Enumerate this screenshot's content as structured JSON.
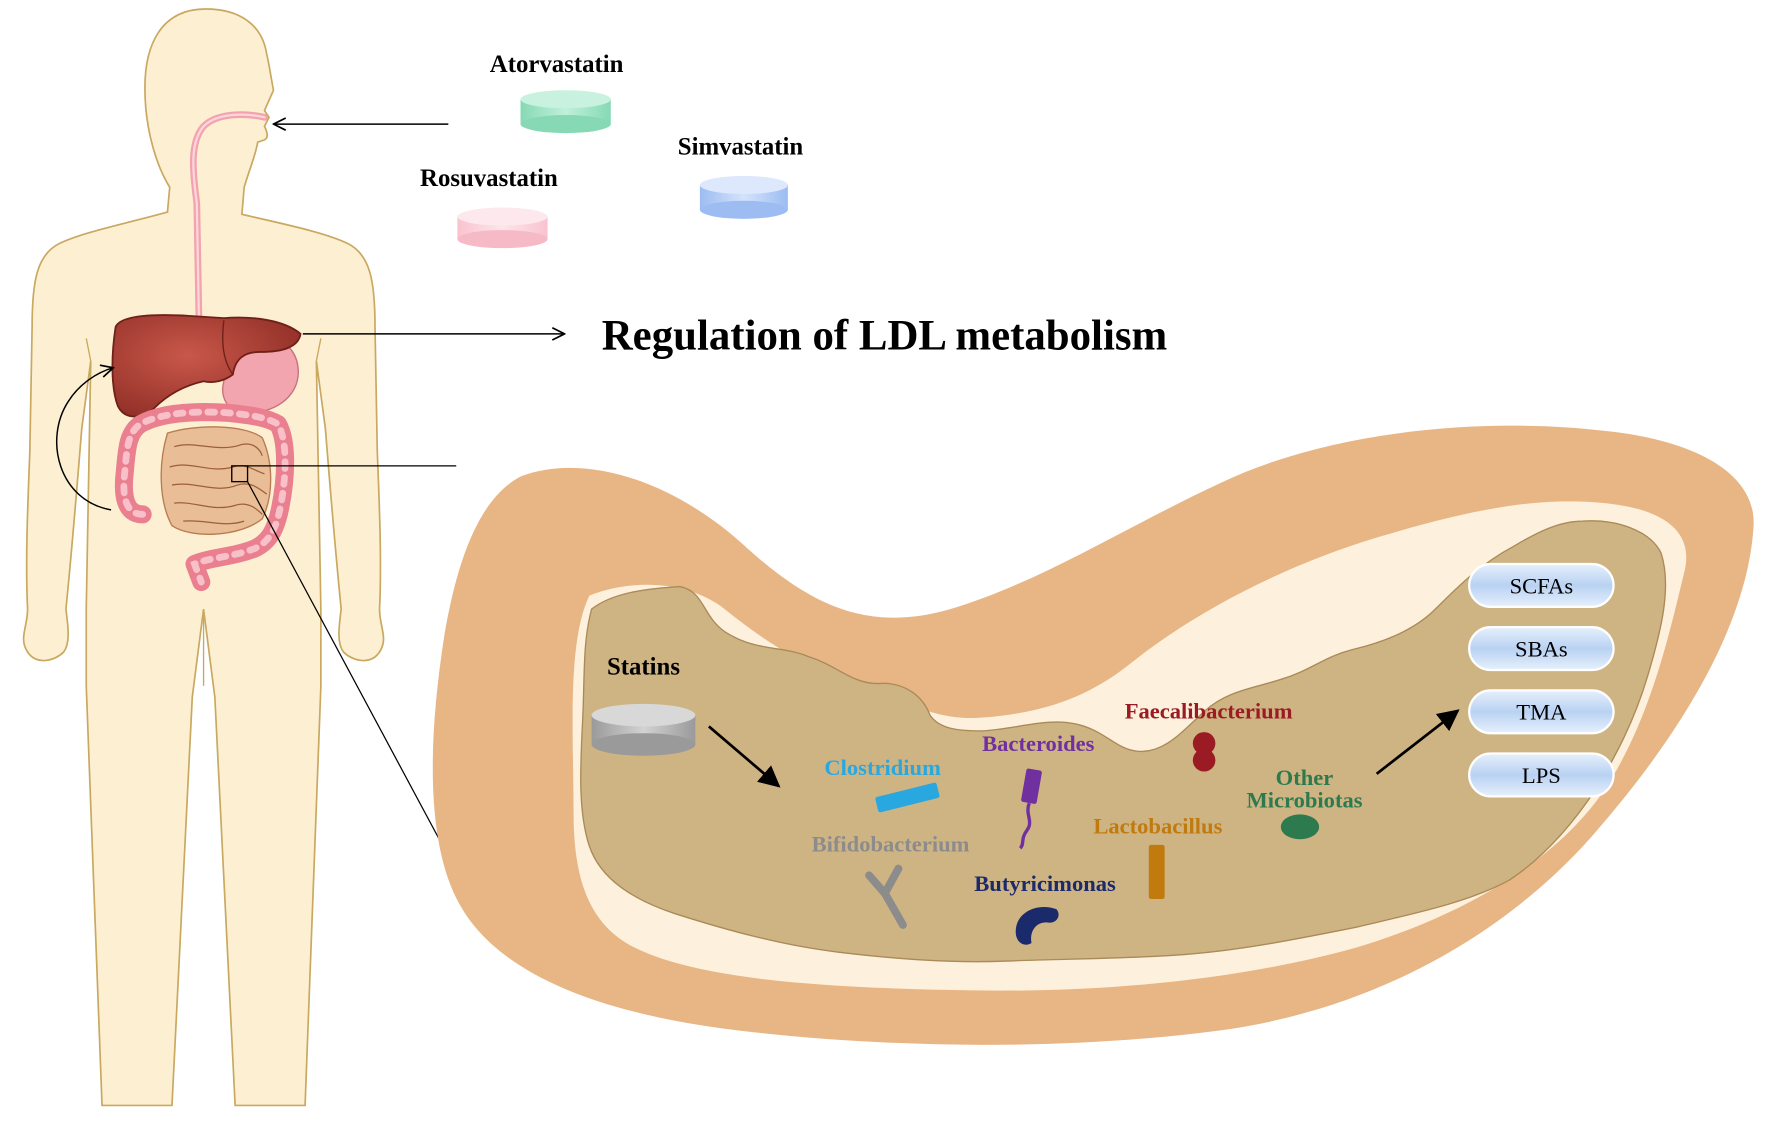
{
  "drugs": {
    "atorvastatin": {
      "label": "Atorvastatin",
      "color": "#9fe0c4"
    },
    "simvastatin": {
      "label": "Simvastatin",
      "color": "#b7cff7"
    },
    "rosuvastatin": {
      "label": "Rosuvastatin",
      "color": "#fcd6df"
    }
  },
  "liver_effect": "Regulation of LDL metabolism",
  "gut": {
    "statins_label": "Statins",
    "bacteria": [
      {
        "name": "Clostridium",
        "color": "#29a8e0"
      },
      {
        "name": "Bacteroides",
        "color": "#7030a0"
      },
      {
        "name": "Faecalibacterium",
        "color": "#9b1b24"
      },
      {
        "name": "Bifidobacterium",
        "color": "#8c8c8c"
      },
      {
        "name": "Lactobacillus",
        "color": "#c07a0e"
      },
      {
        "name": "Butyricimonas",
        "color": "#1b2a6b"
      },
      {
        "name": "Other",
        "color": "#2e7a4f"
      },
      {
        "name": "Microbiotas",
        "color": "#2e7a4f"
      }
    ],
    "metabolites": [
      "SCFAs",
      "SBAs",
      "TMA",
      "LPS"
    ]
  },
  "colors": {
    "body_fill": "#fdf0d2",
    "body_stroke": "#c9a860",
    "liver": "#b5453a",
    "intestine": "#f08c9a",
    "gut_outer": "#e8b584",
    "gut_mucosa": "#fdf0dc",
    "gut_lumen": "#cfb483",
    "pill_fill": "#cfe1f7"
  }
}
